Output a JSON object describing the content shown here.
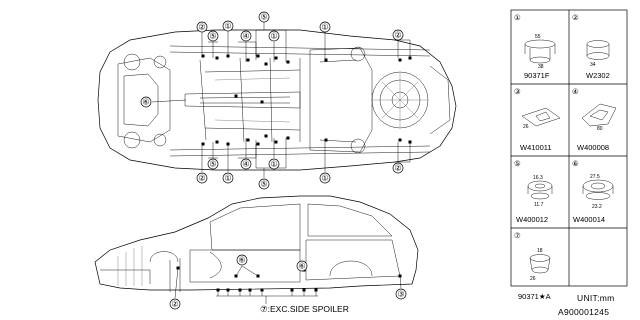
{
  "callouts": {
    "c1": "①",
    "c2": "②",
    "c3": "③",
    "c4": "④",
    "c5": "⑤",
    "c6": "⑥",
    "c7": "⑦"
  },
  "legend": [
    {
      "num": "①",
      "part": "90371F",
      "dims": [
        "55",
        "38"
      ]
    },
    {
      "num": "②",
      "part": "W2302",
      "dims": [
        "34"
      ]
    },
    {
      "num": "③",
      "part": "W410011",
      "dims": [
        "26"
      ]
    },
    {
      "num": "④",
      "part": "W400008",
      "dims": [
        "80"
      ]
    },
    {
      "num": "⑤",
      "part": "W400012",
      "dims": [
        "16.3",
        "11.7"
      ]
    },
    {
      "num": "⑥",
      "part": "W400014",
      "dims": [
        "27.5",
        "23.2"
      ]
    },
    {
      "num": "⑦",
      "part": "90371★A",
      "dims": [
        "18",
        "26"
      ]
    }
  ],
  "note": "⑦:EXC.SIDE SPOILER",
  "unit": "UNIT:mm",
  "reference": "A900001245"
}
